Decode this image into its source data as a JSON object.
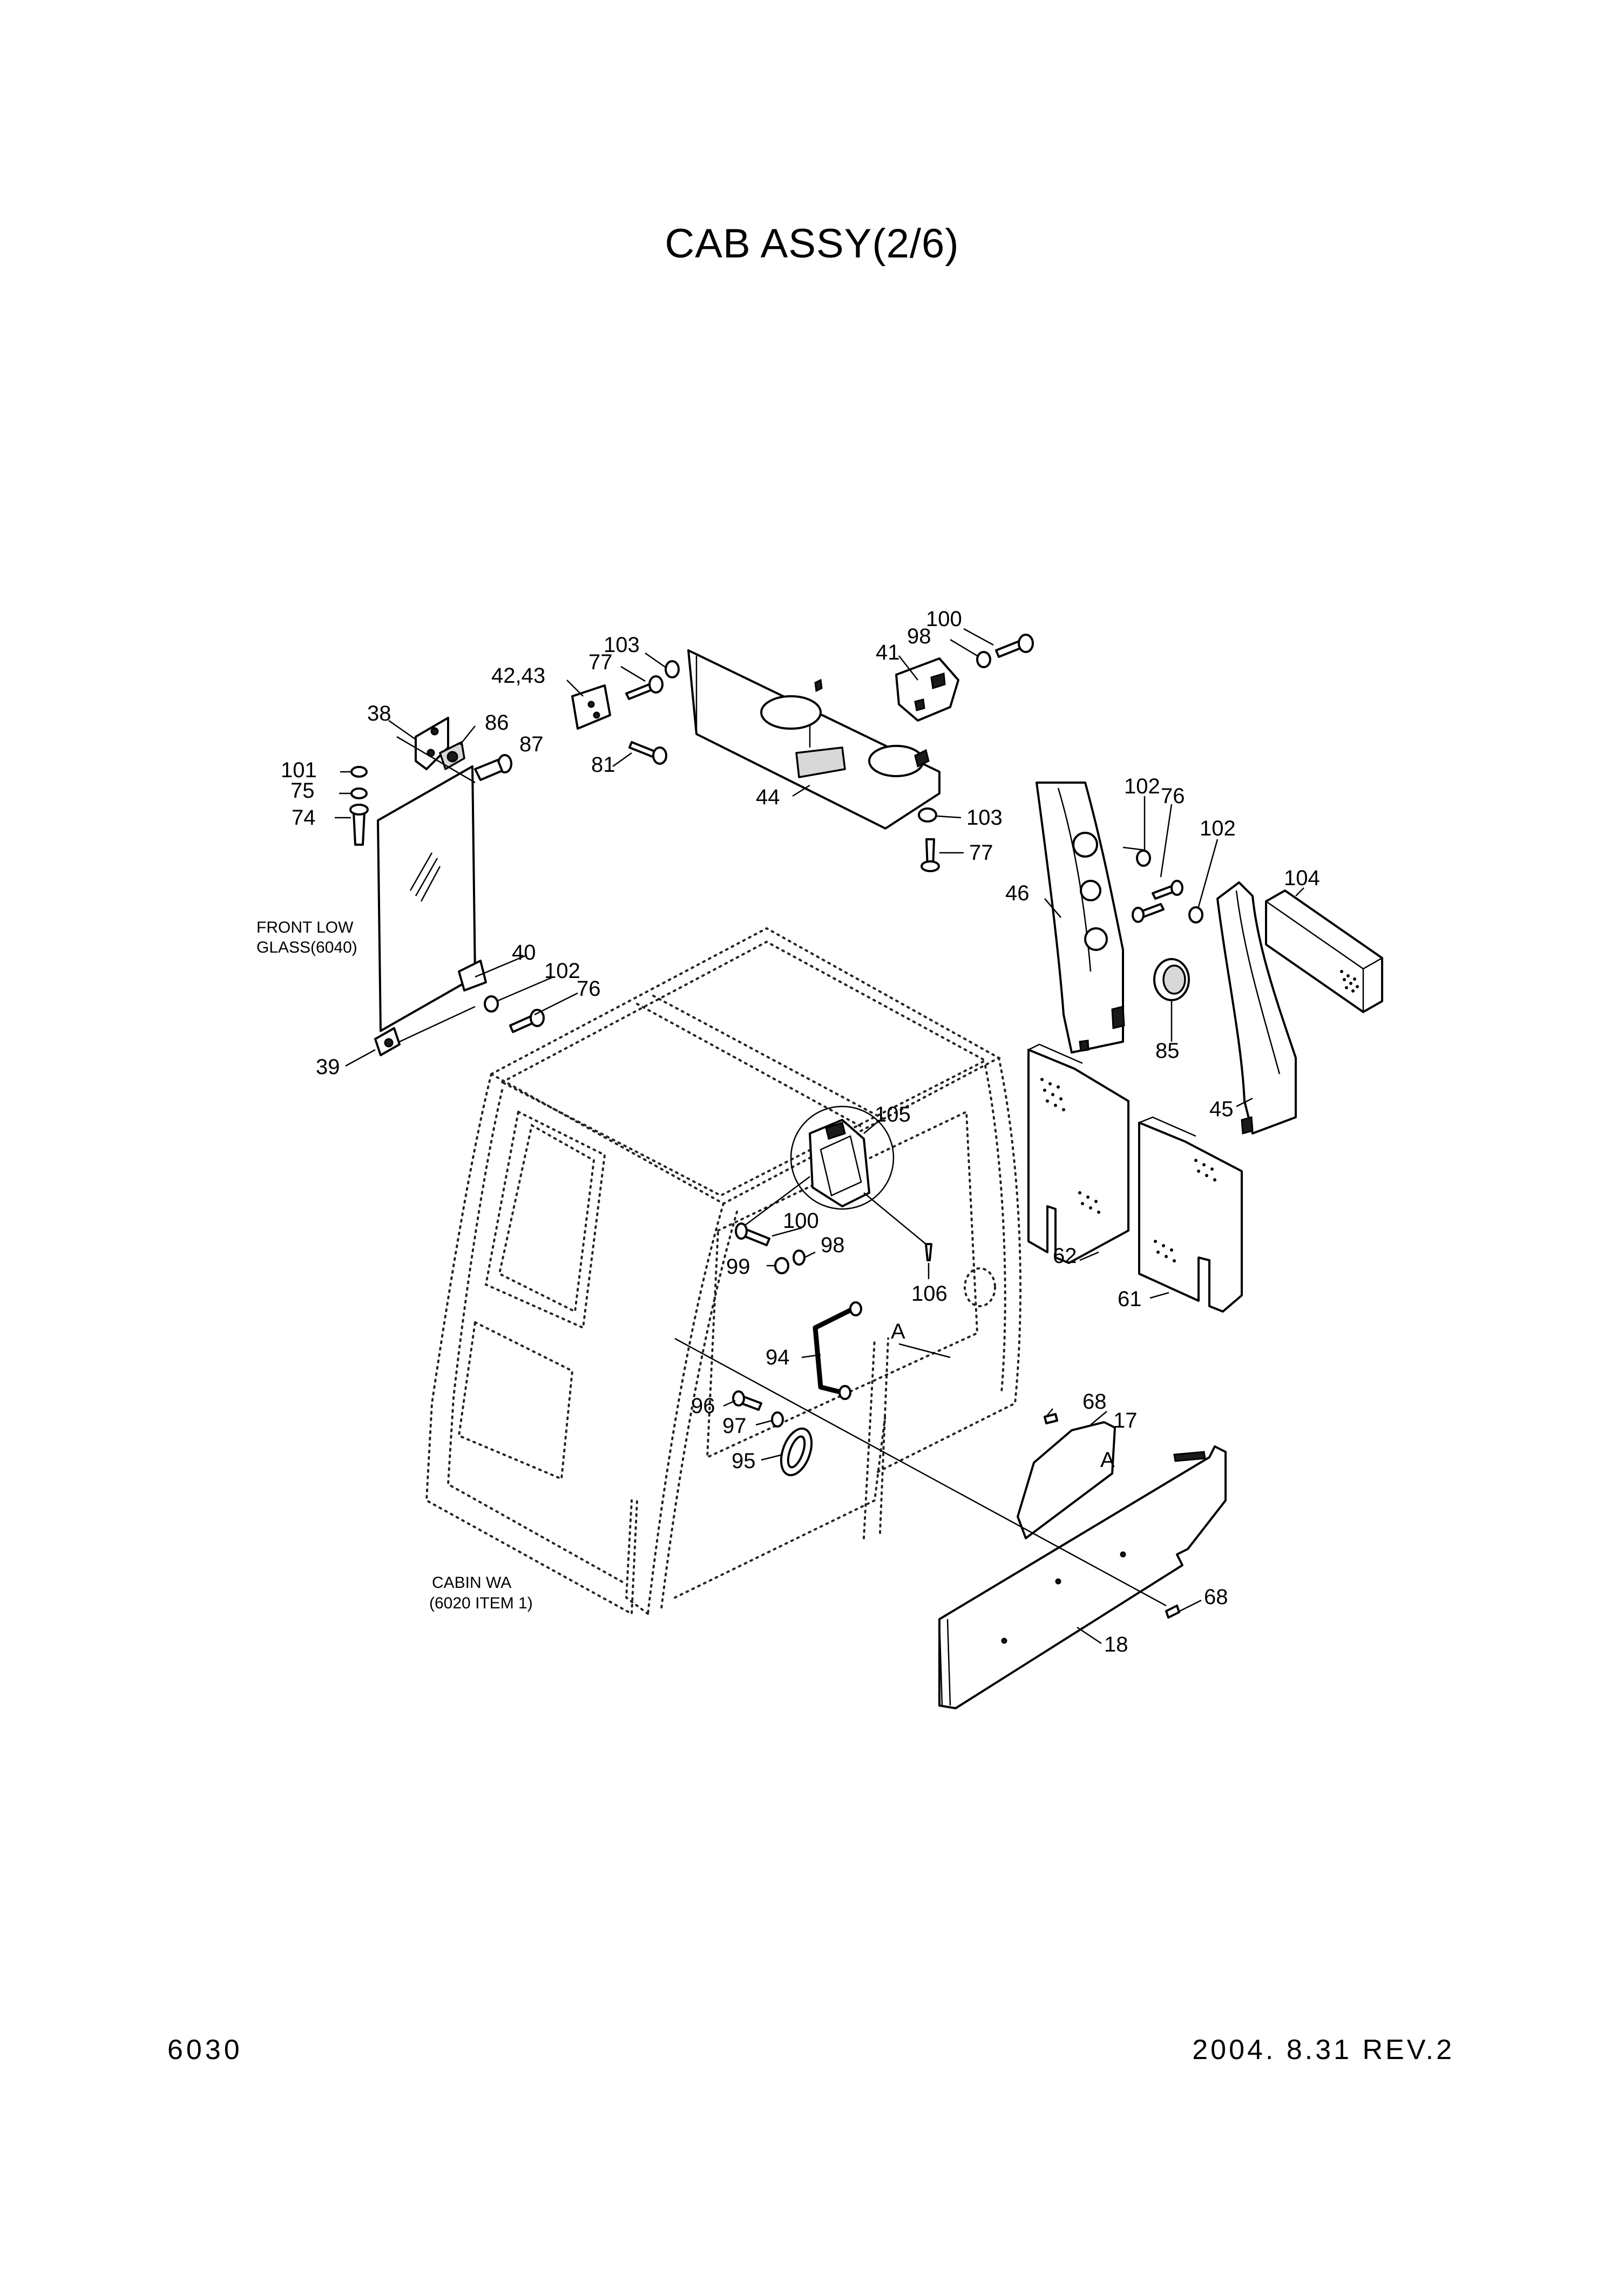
{
  "title": "CAB ASSY(2/6)",
  "page_number": "6030",
  "date_rev": "2004. 8.31  REV.2",
  "notes": {
    "front_low_glass_1": "FRONT LOW",
    "front_low_glass_2": "GLASS(6040)",
    "cabin_1": "CABIN WA",
    "cabin_2": "(6020 ITEM 1)"
  },
  "callouts": [
    "100",
    "98",
    "41",
    "103",
    "77",
    "42,43",
    "86",
    "38",
    "87",
    "101",
    "75",
    "74",
    "81",
    "44",
    "103",
    "77",
    "102",
    "76",
    "102",
    "46",
    "104",
    "40",
    "102",
    "76",
    "39",
    "85",
    "45",
    "105",
    "100",
    "98",
    "99",
    "106",
    "62",
    "61",
    "94",
    "A",
    "96",
    "97",
    "95",
    "68",
    "17",
    "A",
    "68",
    "18"
  ]
}
